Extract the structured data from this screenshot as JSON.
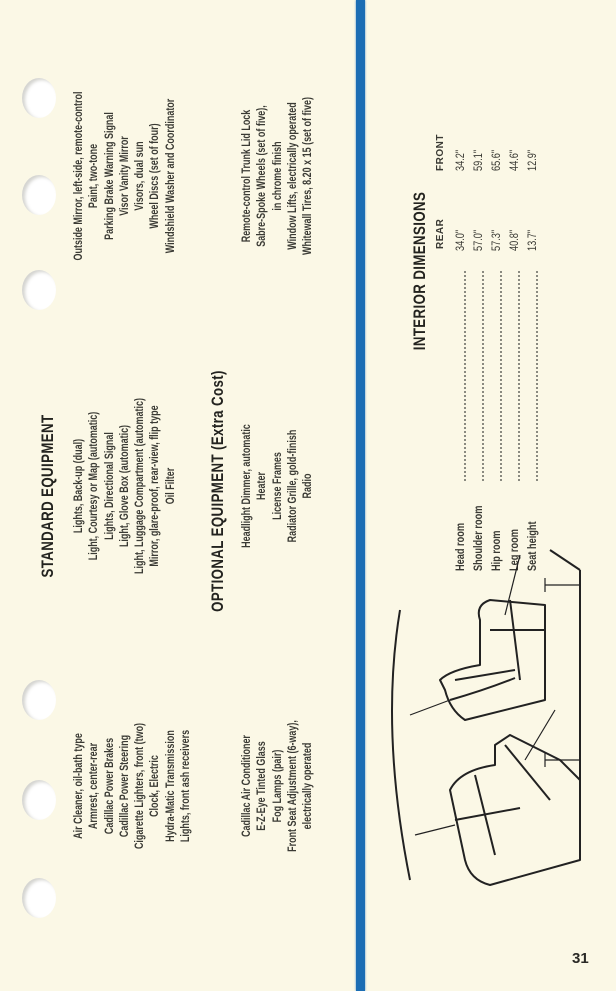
{
  "page_number": "31",
  "standard_equipment": {
    "title": "STANDARD EQUIPMENT",
    "col1": [
      "Air Cleaner, oil-bath type",
      "Armrest, center-rear",
      "Cadillac Power Brakes",
      "Cadillac Power Steering",
      "Cigarette Lighters, front (two)",
      "Clock, Electric",
      "Hydra-Matic Transmission",
      "Lights, front ash receivers"
    ],
    "col2": [
      "Lights, Back-up (dual)",
      "Light, Courtesy or Map (automatic)",
      "Lights, Directional Signal",
      "Light, Glove Box (automatic)",
      "Light, Luggage Compartment (automatic)",
      "Mirror, glare-proof, rear-view, flip type",
      "Oil Filter"
    ],
    "col3": [
      "Outside Mirror, left-side, remote-control",
      "Paint, two-tone",
      "Parking Brake Warning Signal",
      "Visor Vanity Mirror",
      "Visors, dual sun",
      "Wheel Discs (set of four)",
      "Windshield Washer and Coordinator"
    ]
  },
  "optional_equipment": {
    "title": "OPTIONAL EQUIPMENT (Extra Cost)",
    "col1": [
      "Cadillac Air Conditioner",
      "E-Z-Eye Tinted Glass",
      "Fog Lamps (pair)",
      "Front Seat Adjustment (6-way),",
      "electrically operated"
    ],
    "col2": [
      "Headlight Dimmer, automatic",
      "Heater",
      "License Frames",
      "Radiator Grille, gold-finish",
      "Radio"
    ],
    "col3": [
      "Remote-control Trunk Lid Lock",
      "Sabre-Spoke Wheels (set of five),",
      "in chrome finish",
      "Window Lifts, electrically operated",
      "Whitewall Tires, 8.20 x 15 (set of five)"
    ]
  },
  "interior_dimensions": {
    "title": "INTERIOR DIMENSIONS",
    "col_rear": "REAR",
    "col_front": "FRONT",
    "rows": [
      {
        "label": "Head room",
        "rear": "34.0\"",
        "front": "34.2\""
      },
      {
        "label": "Shoulder room",
        "rear": "57.0\"",
        "front": "59.1\""
      },
      {
        "label": "Hip room",
        "rear": "57.3\"",
        "front": "65.6\""
      },
      {
        "label": "Leg room",
        "rear": "40.8\"",
        "front": "44.6\""
      },
      {
        "label": "Seat height",
        "rear": "13.7\"",
        "front": "12.9\""
      }
    ]
  },
  "colors": {
    "paper": "#fbf8e6",
    "stripe": "#1b6db4",
    "ink": "#2a2a26"
  }
}
